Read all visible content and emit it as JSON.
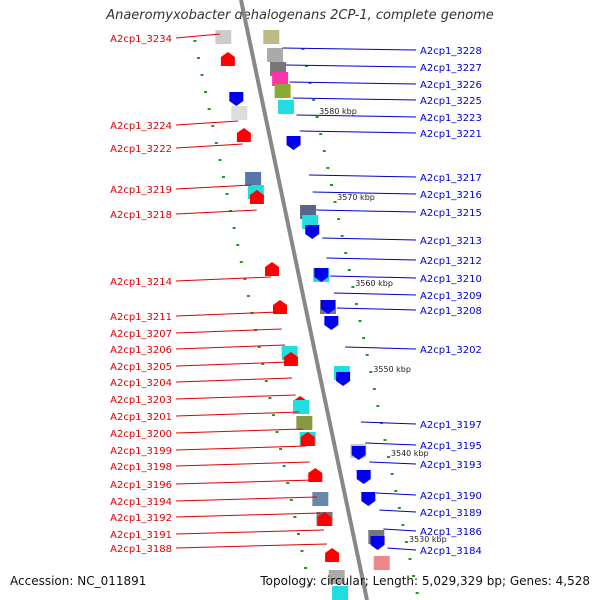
{
  "title": "Anaeromyxobacter dehalogenans 2CP-1, complete genome",
  "footer": {
    "accession": "Accession: NC_011891",
    "topology": "Topology: circular; Length: 5,029,329 bp; Genes: 4,528"
  },
  "scale_labels": [
    "3580 kbp",
    "3570 kbp",
    "3560 kbp",
    "3550 kbp",
    "3540 kbp",
    "3530 kbp"
  ],
  "left_genes": [
    "A2cp1_3234",
    "A2cp1_3224",
    "A2cp1_3222",
    "A2cp1_3219",
    "A2cp1_3218",
    "A2cp1_3214",
    "A2cp1_3211",
    "A2cp1_3207",
    "A2cp1_3206",
    "A2cp1_3205",
    "A2cp1_3204",
    "A2cp1_3203",
    "A2cp1_3201",
    "A2cp1_3200",
    "A2cp1_3199",
    "A2cp1_3198",
    "A2cp1_3196",
    "A2cp1_3194",
    "A2cp1_3192",
    "A2cp1_3191",
    "A2cp1_3188"
  ],
  "right_genes": [
    "A2cp1_3228",
    "A2cp1_3227",
    "A2cp1_3226",
    "A2cp1_3225",
    "A2cp1_3223",
    "A2cp1_3221",
    "A2cp1_3217",
    "A2cp1_3216",
    "A2cp1_3215",
    "A2cp1_3213",
    "A2cp1_3212",
    "A2cp1_3210",
    "A2cp1_3209",
    "A2cp1_3208",
    "A2cp1_3202",
    "A2cp1_3197",
    "A2cp1_3195",
    "A2cp1_3193",
    "A2cp1_3190",
    "A2cp1_3189",
    "A2cp1_3186",
    "A2cp1_3184"
  ],
  "colors": {
    "left_label": "#dd0000",
    "right_label": "#0000cc",
    "backbone": "#888888",
    "forward_arrow": "#ff0000",
    "reverse_arrow": "#0000ee",
    "cyan": "#22dddd",
    "tick_green": "#229922"
  }
}
